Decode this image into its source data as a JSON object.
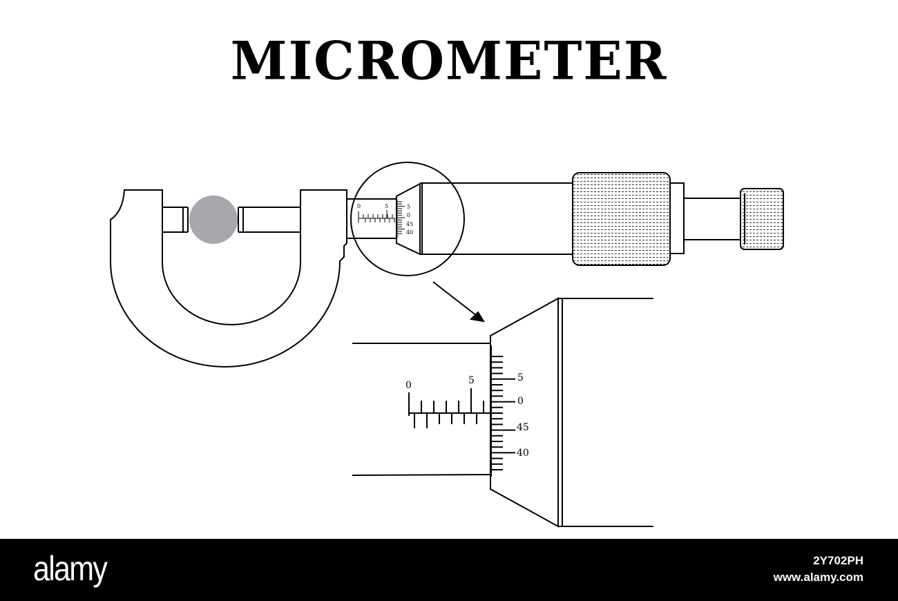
{
  "title": "MICROMETER",
  "colors": {
    "line": "#000000",
    "object": "#a7a8ab",
    "footer_bg": "#000000",
    "footer_text": "#ffffff"
  },
  "small_view": {
    "sleeve_labels": [
      "0",
      "5"
    ],
    "thimble_labels": [
      "5",
      "0",
      "45",
      "40"
    ]
  },
  "zoom_view": {
    "sleeve_labels": [
      "0",
      "5"
    ],
    "thimble_labels": [
      "5",
      "0",
      "45",
      "40"
    ]
  },
  "icons": [
    "knurled-ratchet-icon",
    "magnifier-circle-icon",
    "zoom-arrow-icon"
  ],
  "footer": {
    "brand": "alamy",
    "image_id": "2Y702PH",
    "site": "www.alamy.com"
  }
}
